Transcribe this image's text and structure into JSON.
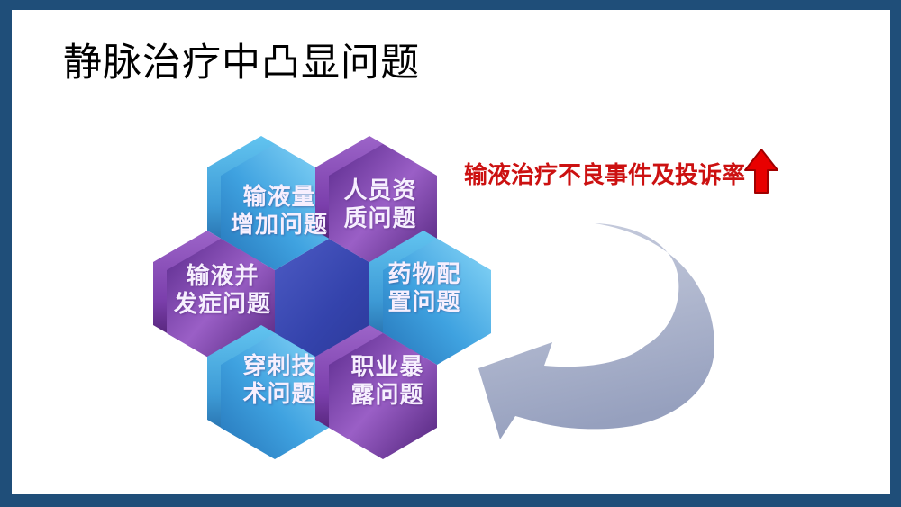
{
  "slide": {
    "title": "静脉治疗中凸显问题",
    "frame_color": "#1F4E79",
    "background_color": "#FFFFFF"
  },
  "diagram": {
    "type": "hexagon-cluster",
    "center_hexagon": {
      "label": "",
      "color_light": "#4D5BC4",
      "color_dark": "#2A3795"
    },
    "hexagons": [
      {
        "id": "infusion-volume",
        "position": "top-left",
        "color": "blue",
        "line1": "输液量",
        "line2": "增加问题",
        "label": "输液量增加问题"
      },
      {
        "id": "personnel-qualification",
        "position": "top-right",
        "color": "purple",
        "line1": "人员资",
        "line2": "质问题",
        "label": "人员资质问题"
      },
      {
        "id": "infusion-complications",
        "position": "left",
        "color": "purple",
        "line1": "输液并",
        "line2": "发症问题",
        "label": "输液并发症问题"
      },
      {
        "id": "drug-preparation",
        "position": "right",
        "color": "blue",
        "line1": "药物配",
        "line2": "置问题",
        "label": "药物配置问题"
      },
      {
        "id": "puncture-technique",
        "position": "bottom-left",
        "color": "blue",
        "line1": "穿刺技",
        "line2": "术问题",
        "label": "穿刺技术问题"
      },
      {
        "id": "occupational-exposure",
        "position": "bottom-right",
        "color": "purple",
        "line1": "职业暴",
        "line2": "露问题",
        "label": "职业暴露问题"
      }
    ],
    "colors": {
      "blue_light": "#8AD8F8",
      "blue_mid": "#3FA2E0",
      "blue_dark": "#2574B8",
      "purple_light": "#9A5FC6",
      "purple_dark": "#4F2279",
      "swoosh_arrow": "#A7AEC9",
      "label_text": "#F6EFFE"
    }
  },
  "annotation": {
    "text": "输液治疗不良事件及投诉率",
    "text_color": "#CC1111",
    "arrow_direction": "up",
    "arrow_color": "#E80000"
  }
}
